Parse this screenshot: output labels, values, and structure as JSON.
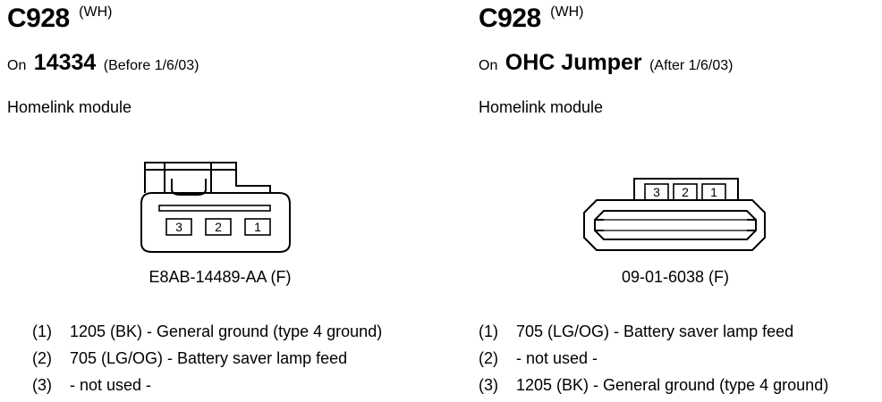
{
  "left": {
    "code": "C928",
    "color": "(WH)",
    "on_word": "On",
    "part": "14334",
    "date": "(Before 1/6/03)",
    "module": "Homelink module",
    "part_number": "E8AB-14489-AA (F)",
    "connector_pins": [
      "3",
      "2",
      "1"
    ],
    "pins": [
      {
        "pos": "(1)",
        "desc": "1205 (BK) - General ground (type 4 ground)"
      },
      {
        "pos": "(2)",
        "desc": "705 (LG/OG) - Battery saver lamp feed"
      },
      {
        "pos": "(3)",
        "desc": "- not used -"
      }
    ]
  },
  "right": {
    "code": "C928",
    "color": "(WH)",
    "on_word": "On",
    "part": "OHC Jumper",
    "date": "(After 1/6/03)",
    "module": "Homelink module",
    "part_number": "09-01-6038 (F)",
    "connector_pins": [
      "3",
      "2",
      "1"
    ],
    "pins": [
      {
        "pos": "(1)",
        "desc": "705 (LG/OG) - Battery saver lamp feed"
      },
      {
        "pos": "(2)",
        "desc": "- not used -"
      },
      {
        "pos": "(3)",
        "desc": "1205 (BK) - General ground (type 4 ground)"
      }
    ]
  }
}
